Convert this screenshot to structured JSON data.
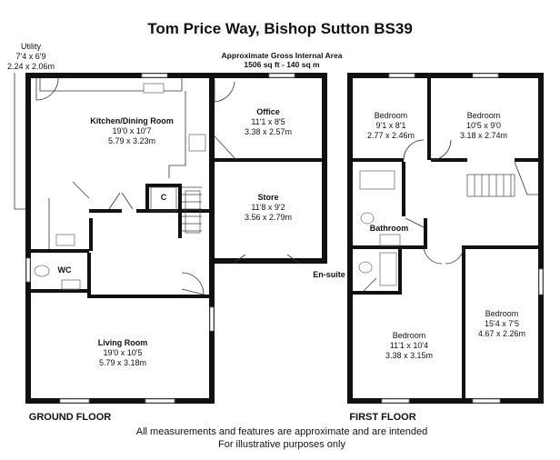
{
  "title": "Tom Price Way, Bishop Sutton BS39",
  "area": {
    "heading": "Approximate Gross Internal Area",
    "value": "1506 sq ft - 140 sq m"
  },
  "ground_floor": {
    "label": "GROUND FLOOR",
    "rooms": {
      "utility": {
        "name": "Utility",
        "imperial": "7'4 x 6'9",
        "metric": "2.24 x 2.06m"
      },
      "kitchen": {
        "name": "Kitchen/Dining Room",
        "imperial": "19'0 x 10'7",
        "metric": "5.79 x 3.23m"
      },
      "office": {
        "name": "Office",
        "imperial": "11'1 x 8'5",
        "metric": "3.38 x 2.57m"
      },
      "store": {
        "name": "Store",
        "imperial": "11'8 x 9'2",
        "metric": "3.56 x 2.79m"
      },
      "living": {
        "name": "Living Room",
        "imperial": "19'0 x 10'5",
        "metric": "5.79 x 3.18m"
      },
      "wc": {
        "name": "WC"
      },
      "cupboard": {
        "name": "C"
      }
    }
  },
  "first_floor": {
    "label": "FIRST FLOOR",
    "rooms": {
      "bed1": {
        "name": "Bedroom",
        "imperial": "9'1 x 8'1",
        "metric": "2.77 x 2.46m"
      },
      "bed2": {
        "name": "Bedroom",
        "imperial": "10'5 x 9'0",
        "metric": "3.18 x 2.74m"
      },
      "bed3": {
        "name": "Bedroom",
        "imperial": "11'1 x 10'4",
        "metric": "3.38 x 3.15m"
      },
      "bed4": {
        "name": "Bedroom",
        "imperial": "15'4 x 7'5",
        "metric": "4.67 x 2.26m"
      },
      "bathroom": {
        "name": "Bathroom"
      },
      "ensuite": {
        "name": "En-suite"
      }
    }
  },
  "disclaimer": {
    "line1": "All measurements and features are approximate and are intended",
    "line2": "For illustrative purposes only"
  },
  "colors": {
    "wall": "#111111",
    "window": "#ffffff",
    "fixture": "#888888"
  }
}
